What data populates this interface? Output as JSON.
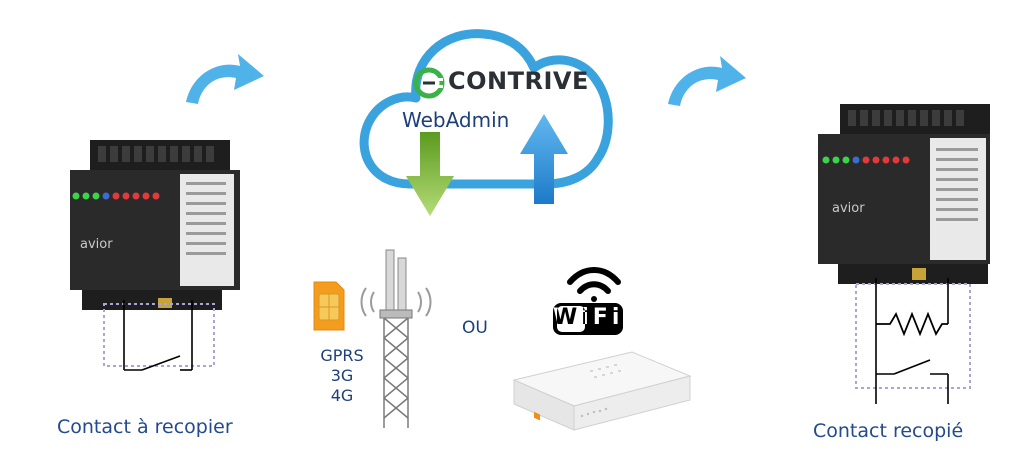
{
  "cloud": {
    "brand": "CONTRIVE",
    "service": "WebAdmin"
  },
  "devices": [
    {
      "id": "source",
      "brand": "avior",
      "caption": "Contact à recopier"
    },
    {
      "id": "target",
      "brand": "avior",
      "caption": "Contact recopié"
    }
  ],
  "network": {
    "cellular_labels": [
      "GPRS",
      "3G",
      "4G"
    ],
    "or_label": "OU",
    "wifi_label": "WiFi"
  },
  "colors": {
    "cloud_outline": "#3aa3de",
    "down_arrow": "#7ab632",
    "up_arrow": "#1f8fd6",
    "caption": "#234a8e",
    "device_body": "#2a2a2a",
    "router": "#f2f2f2"
  }
}
